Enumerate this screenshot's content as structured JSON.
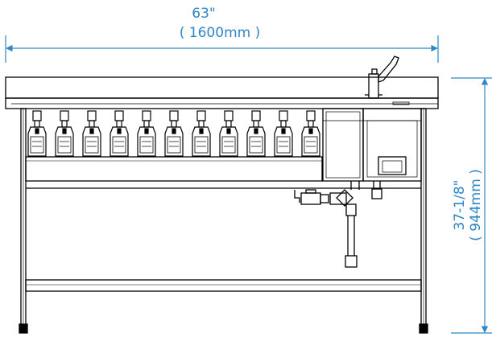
{
  "dimensions": {
    "width": {
      "imperial": "63\"",
      "metric": "( 1600mm )"
    },
    "height": {
      "imperial": "37-1/8\"",
      "metric": "( 944mm )"
    }
  },
  "colors": {
    "dimension_line": "#2f86c6",
    "drawing_line": "#000000",
    "background": "#ffffff"
  },
  "bottle_count": 11
}
